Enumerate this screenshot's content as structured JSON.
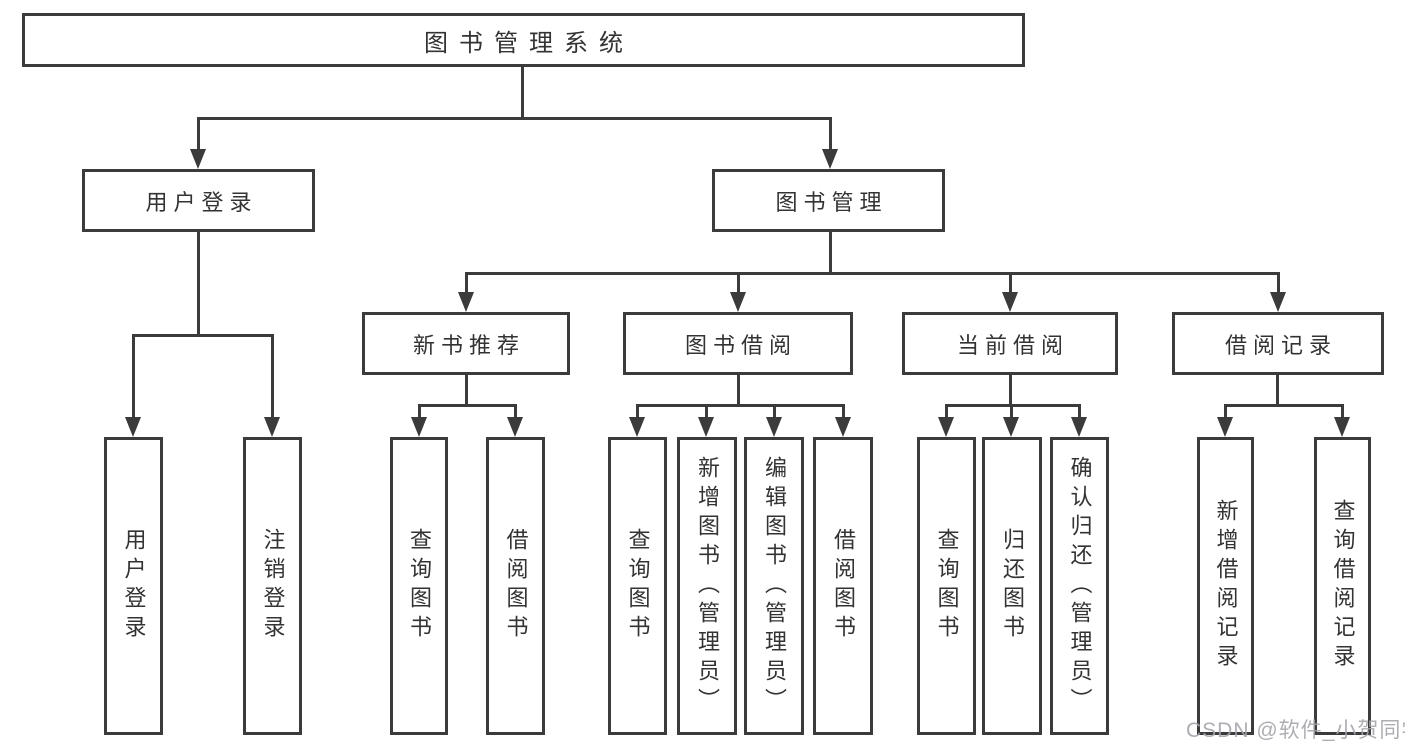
{
  "tree": {
    "root": "图书管理系统",
    "user_login": {
      "label": "用户登录",
      "children": [
        "用户登录",
        "注销登录"
      ]
    },
    "book_management": {
      "label": "图书管理",
      "sections": {
        "new_book_recommend": {
          "label": "新书推荐",
          "children": [
            "查询图书",
            "借阅图书"
          ]
        },
        "book_borrowing": {
          "label": "图书借阅",
          "children": [
            "查询图书",
            "新增图书（管理员）",
            "编辑图书（管理员）",
            "借阅图书"
          ]
        },
        "current_borrowing": {
          "label": "当前借阅",
          "children": [
            "查询图书",
            "归还图书",
            "确认归还（管理员）"
          ]
        },
        "borrowing_records": {
          "label": "借阅记录",
          "children": [
            "新增借阅记录",
            "查询借阅记录"
          ]
        }
      }
    }
  },
  "watermark": "CSDN @软件_小贺同学",
  "colors": {
    "line": "#3b3b3b",
    "text": "#333333",
    "background": "#ffffff",
    "watermark": "#a4a4ac"
  }
}
